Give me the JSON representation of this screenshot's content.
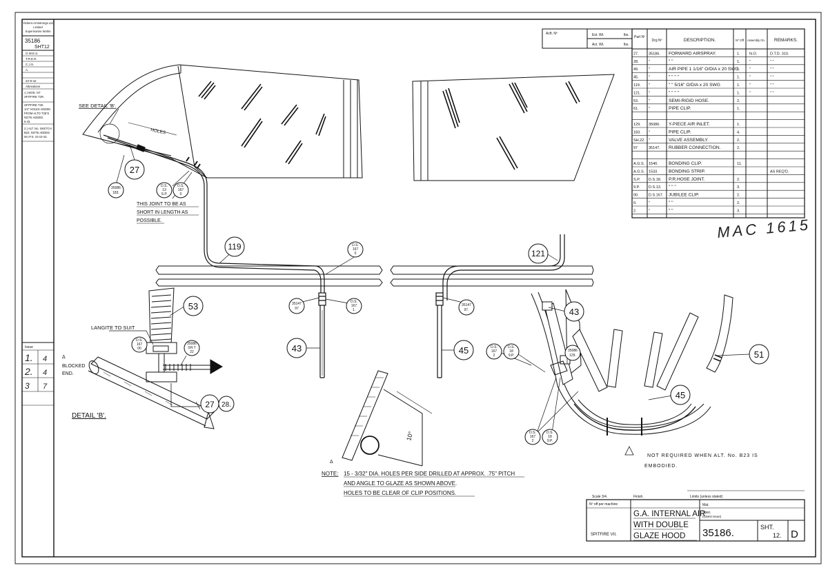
{
  "title_block": {
    "firm": [
      "Vickers-Armstrongs Ltd",
      "Limited",
      "Supermarine Works"
    ],
    "drawing_no_side": [
      "35186",
      "SHT12"
    ],
    "initials": [
      "G.W.E.S.",
      "T.R.E.R.",
      "C.J.S.",
      "A."
    ],
    "date": "22-9-42",
    "alterations_header": "Alterations",
    "alterations": [
      [
        "1.) MOD. NT",
        "SPITFIRE T2R."
      ],
      [
        "SPITFIRE T2E",
        "1/4\" HOLES ADDED",
        "FROM ALTO T2E'S",
        "NOTE ADDED.",
        "5-43."
      ],
      [
        "2.) ALT. No. SKETCH",
        "B23. NOTE ADDED",
        "W.I.P.S. 10-10-43."
      ]
    ],
    "issue_header": "Issue",
    "issues": [
      [
        "1.",
        "4"
      ],
      [
        "2.",
        "4"
      ],
      [
        "3",
        "7"
      ]
    ]
  },
  "parts_list": {
    "acft_header": "Acft. Nº",
    "est_wt": "Est. Wt.",
    "act_wt": "Act. Wt.",
    "lbs": "lbs.",
    "headers": {
      "part": "Part Nº",
      "dwg": "Drg Nº",
      "desc": "DESCRIPTION.",
      "qty": "Nº Off",
      "assembly": "Assembly On.",
      "remarks": "REMARKS."
    },
    "rows": [
      {
        "part": "27.",
        "dwg": "35186.",
        "desc": "FORWARD AIRSPRAY.",
        "qty": "1.",
        "assy": "N.O.",
        "rem": "D.T.D. 310."
      },
      {
        "part": "28.",
        "dwg": "\"",
        "desc": "\"           \"",
        "qty": "1.",
        "assy": "\"",
        "rem": "\"     \""
      },
      {
        "part": "49.",
        "dwg": "\"",
        "desc": "AIR PIPE 1 1/16\" O/DIA x 20 SWG",
        "qty": "1.",
        "assy": "\"",
        "rem": "\"     \""
      },
      {
        "part": "45.",
        "dwg": "\"",
        "desc": "\"     \"     \"     \"",
        "qty": "1.",
        "assy": "\"",
        "rem": "\"     \""
      },
      {
        "part": "119.",
        "dwg": "\"",
        "desc": "\"    \"   5/16\" O/DIA x 20 SWG",
        "qty": "1.",
        "assy": "\"",
        "rem": "\"     \""
      },
      {
        "part": "121.",
        "dwg": "\"",
        "desc": "\"     \"     \"     \"",
        "qty": "1.",
        "assy": "\"",
        "rem": "\"     \""
      },
      {
        "part": "53.",
        "dwg": "\"",
        "desc": "SEMI-RIGID HOSE.",
        "qty": "2.",
        "assy": "",
        "rem": ""
      },
      {
        "part": "61.",
        "dwg": "\"",
        "desc": "PIPE CLIP.",
        "qty": "1.",
        "assy": "",
        "rem": ""
      },
      {
        "part": "",
        "dwg": "",
        "desc": "",
        "qty": "",
        "assy": "",
        "rem": ""
      },
      {
        "part": "129.",
        "dwg": "35086.",
        "desc": "Y-PIECE AIR INLET.",
        "qty": "1.",
        "assy": "",
        "rem": ""
      },
      {
        "part": "183.",
        "dwg": "\"",
        "desc": "PIPE CLIP.",
        "qty": "4.",
        "assy": "",
        "rem": ""
      },
      {
        "part": "SH.22",
        "dwg": "\"",
        "desc": "VALVE ASSEMBLY.",
        "qty": "2.",
        "assy": "",
        "rem": ""
      },
      {
        "part": "97",
        "dwg": "35147.",
        "desc": "RUBBER CONNECTION.",
        "qty": "2.",
        "assy": "",
        "rem": ""
      },
      {
        "part": "",
        "dwg": "",
        "desc": "",
        "qty": "",
        "assy": "",
        "rem": ""
      },
      {
        "part": "A.G.S.",
        "dwg": "1540.",
        "desc": "BONDING CLIP.",
        "qty": "11.",
        "assy": "",
        "rem": ""
      },
      {
        "part": "A.G.S.",
        "dwg": "1533.",
        "desc": "BONDING STRIP.",
        "qty": "",
        "assy": "",
        "rem": "AS REQ'D."
      },
      {
        "part": "S.P.",
        "dwg": "D.S.18.",
        "desc": "P.R.HOSE JOINT.",
        "qty": "2.",
        "assy": "",
        "rem": ""
      },
      {
        "part": "9.P.",
        "dwg": "D.S.13.",
        "desc": "\"     \"     \"",
        "qty": "3.",
        "assy": "",
        "rem": ""
      },
      {
        "part": "00.",
        "dwg": "D.S.167.",
        "desc": "JUBILEE CLIP.",
        "qty": "2.",
        "assy": "",
        "rem": ""
      },
      {
        "part": "0.",
        "dwg": "\"",
        "desc": "\"     \"",
        "qty": "2.",
        "assy": "",
        "rem": ""
      },
      {
        "part": "2.",
        "dwg": "\"",
        "desc": "\"     \"",
        "qty": "3.",
        "assy": "",
        "rem": ""
      }
    ]
  },
  "handwritten_mark": "MAC 1615",
  "labels": {
    "see_detail": "SEE DETAIL 'B'.",
    "holes": "HOLES",
    "joint_note": [
      "THIS JOINT TO BE AS",
      "SHORT IN LENGTH AS",
      "POSSIBLE."
    ],
    "langite": "LANGITE TO SUIT",
    "blocked": [
      "BLOCKED",
      "END."
    ],
    "detail_b": "DETAIL 'B'.",
    "angle": "10°",
    "triangle_mark": "Δ"
  },
  "balloons": {
    "b27a": "27",
    "b119": "119",
    "b121": "121",
    "b53": "53",
    "b43a": "43",
    "b45a": "45",
    "b43b": "43",
    "b51": "51",
    "b45b": "45",
    "b27b": "27",
    "b28": "28."
  },
  "callouts": {
    "c35086_183": [
      "35086",
      "183."
    ],
    "cds13_sp": [
      "D.S.",
      "13",
      "S.P."
    ],
    "cds167_0a": [
      "D.S.",
      "167",
      "0"
    ],
    "cds167_0b": [
      "D.S.",
      "167",
      "0"
    ],
    "c35147_97a": [
      "35147",
      "97"
    ],
    "cds167_1": [
      "D.S.",
      "167",
      "1."
    ],
    "c35147_97b": [
      "35147",
      "97."
    ],
    "cds167_00": [
      "D.S.",
      "167",
      "00"
    ],
    "c35086_sh22": [
      "35086",
      "SH.T",
      "22"
    ],
    "cds167_2a": [
      "D.S.",
      "167",
      "2"
    ],
    "cds18_9p_a": [
      "D.S.",
      "18",
      "9.P."
    ],
    "c35086_129": [
      "35086",
      "129."
    ],
    "cds167_2b": [
      "D.S.",
      "167",
      "2"
    ],
    "cds18_9p_b": [
      "D.S.",
      "18",
      "9.P."
    ]
  },
  "notes": {
    "prefix": "NOTE:",
    "lines": [
      "15 - 3/32\" DIA. HOLES PER SIDE DRILLED AT APPROX. .75\" PITCH",
      "AND ANGLE TO GLAZE AS SHOWN ABOVE.",
      "HOLES TO BE CLEAR OF CLIP POSITIONS."
    ],
    "not_required": [
      "NOT  REQUIRED  WHEN  ALT. No. B23  IS",
      "EMBODIED."
    ]
  },
  "bottom_block": {
    "scale": "Scale 3/4.",
    "finish": "Finish.",
    "limits": "Limits (unless stated)",
    "nos_off": "Nº off per machine",
    "aircraft": "SPITFIRE VII.",
    "mat": "Mat.",
    "spec": [
      "Spec.",
      "(Latest Issue)"
    ],
    "title": [
      "G.A. INTERNAL AIR",
      "WITH DOUBLE",
      "GLAZE HOOD"
    ],
    "drawing_no": "35186.",
    "sht_label": "SHT.",
    "sht_no": "12.",
    "rev": "D"
  },
  "colors": {
    "ink": "#111111",
    "paper": "#ffffff"
  }
}
